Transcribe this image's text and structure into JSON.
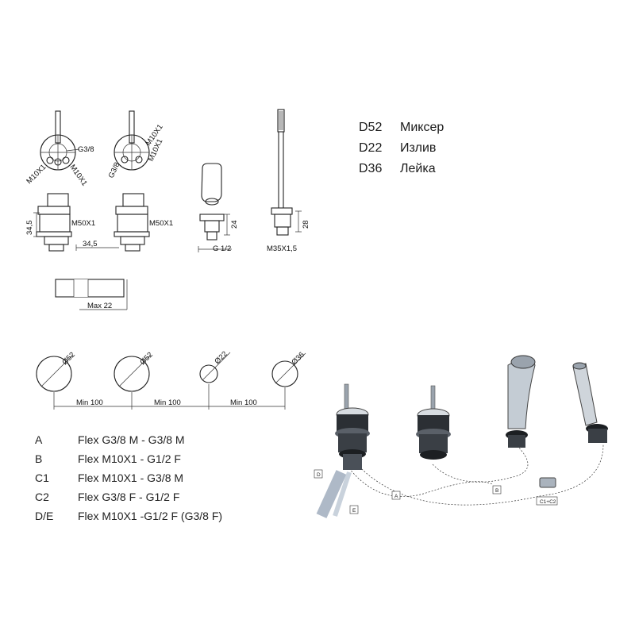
{
  "legend": [
    {
      "code": "D52",
      "name": "Миксер"
    },
    {
      "code": "D22",
      "name": "Излив"
    },
    {
      "code": "D36",
      "name": "Лейка"
    }
  ],
  "parts": [
    {
      "code": "A",
      "desc": "Flex G3/8 M - G3/8 M"
    },
    {
      "code": "B",
      "desc": "Flex M10X1 - G1/2 F"
    },
    {
      "code": "C1",
      "desc": "Flex M10X1 - G3/8 M"
    },
    {
      "code": "C2",
      "desc": "Flex G3/8 F - G1/2 F"
    },
    {
      "code": "D/E",
      "desc": "Flex M10X1 -G1/2 F (G3/8 F)"
    }
  ],
  "dims": {
    "g38": "G3/8",
    "m10x1": "M10X1",
    "m50x1": "M50X1",
    "d345": "34,5",
    "d24": "24",
    "g12": "G 1/2",
    "m35x15": "M35X1,5",
    "d28": "28",
    "max22": "Max 22",
    "o52": "Ø52",
    "o22": "Ø22",
    "o36": "Ø36",
    "min100": "Min 100"
  },
  "photo_tags": {
    "a": "A",
    "b": "B",
    "c1c2": "C1+C2",
    "d": "D",
    "e": "E"
  }
}
